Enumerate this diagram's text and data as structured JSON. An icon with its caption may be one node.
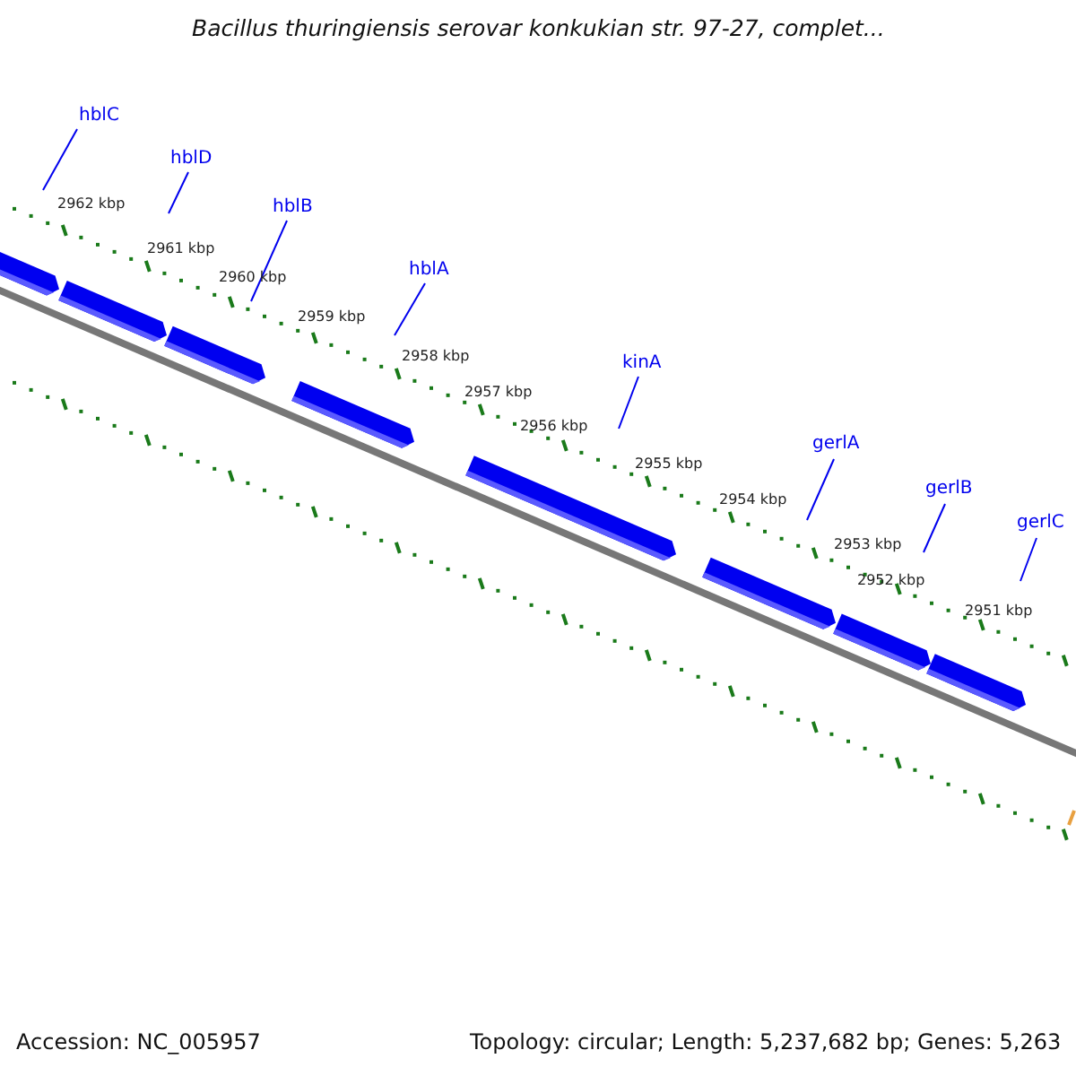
{
  "diagram": {
    "title": "Bacillus thuringiensis serovar konkukian str. 97-27, complet...",
    "nodes": [
      {
        "text": [
          "hblC"
        ]
      },
      {
        "text": [
          "hblD"
        ]
      },
      {
        "text": [
          "hblB"
        ]
      },
      {
        "text": [
          "hblA"
        ]
      },
      {
        "text": [
          "kinA"
        ]
      },
      {
        "text": [
          "gerlA"
        ]
      },
      {
        "text": [
          "gerlB"
        ]
      },
      {
        "text": [
          "gerlC"
        ]
      }
    ],
    "edges": [
      {
        "from": 0,
        "to": null,
        "arrow": "none"
      },
      {
        "from": 1,
        "to": null,
        "arrow": "none"
      },
      {
        "from": 2,
        "to": null,
        "arrow": "none"
      },
      {
        "from": 3,
        "to": null,
        "arrow": "none"
      },
      {
        "from": 4,
        "to": null,
        "arrow": "none"
      },
      {
        "from": 5,
        "to": null,
        "arrow": "none"
      },
      {
        "from": 6,
        "to": null,
        "arrow": "none"
      },
      {
        "from": 7,
        "to": null,
        "arrow": "none"
      }
    ],
    "labels": [
      "2962 kbp",
      "2961 kbp",
      "2960 kbp",
      "2959 kbp",
      "2958 kbp",
      "2957 kbp",
      "2956 kbp",
      "2955 kbp",
      "2954 kbp",
      "2953 kbp",
      "2952 kbp",
      "2951 kbp",
      "Accession: NC_005957",
      "Topology: circular; Length: 5,237,682 bp; Genes: 5,263"
    ]
  }
}
